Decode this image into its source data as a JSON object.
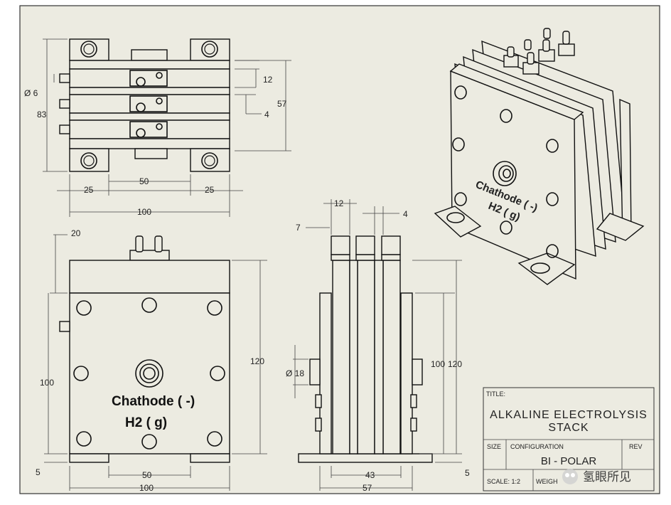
{
  "title_block": {
    "title_label": "TITLE:",
    "title_line1": "ALKALINE ELECTROLYSIS",
    "title_line2": "STACK",
    "size_label": "SIZE",
    "config_label": "CONFIGURATION",
    "rev_label": "REV",
    "config_value": "BI - POLAR",
    "scale_label": "SCALE: 1:2",
    "weight_label": "WEIGH"
  },
  "front_view": {
    "label_line1": "Chathode  ( -)",
    "label_line2": "H2  ( g)"
  },
  "iso_view": {
    "label_line1": "Chathode  ( -)",
    "label_line2": "H2  ( g)"
  },
  "dimensions": {
    "top_view": {
      "d_diameter": "Ø 6",
      "d_83": "83",
      "d_12": "12",
      "d_57": "57",
      "d_4": "4",
      "d_25_left": "25",
      "d_50": "50",
      "d_25_right": "25",
      "d_100": "100"
    },
    "front_view": {
      "d_20": "20",
      "d_120": "120",
      "d_100": "100",
      "d_5": "5",
      "d_50": "50",
      "d_100_bottom": "100"
    },
    "side_view": {
      "d_12": "12",
      "d_4": "4",
      "d_7": "7",
      "d_diameter18": "Ø 18",
      "d_100": "100",
      "d_120": "120",
      "d_43": "43",
      "d_57": "57",
      "d_5": "5"
    }
  },
  "watermark": {
    "text": "氢眼所见"
  },
  "colors": {
    "sheet_background": "#ecebe1",
    "line": "#1a1a1a"
  }
}
